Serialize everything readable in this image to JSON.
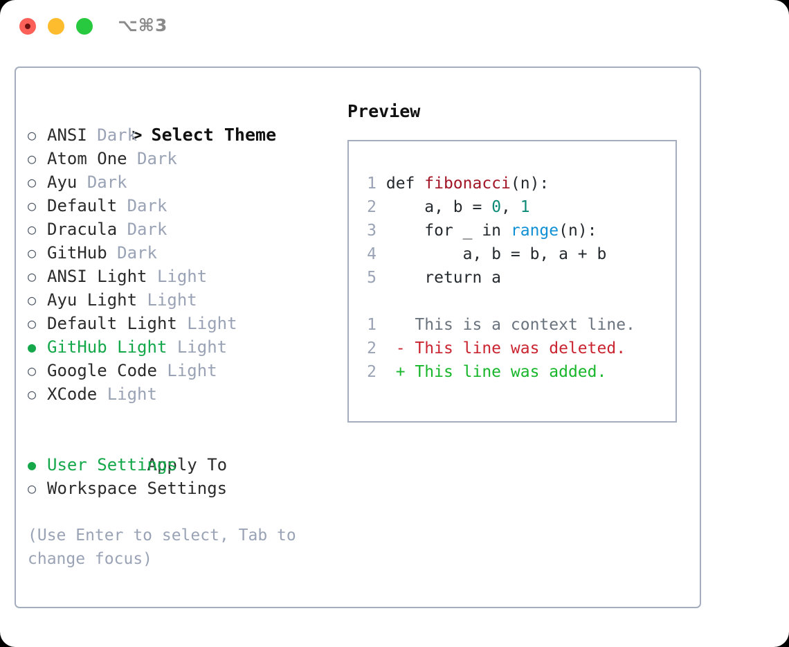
{
  "window": {
    "shortcut_title": "⌥⌘3",
    "traffic_lights": [
      {
        "name": "close",
        "color": "#fc6058"
      },
      {
        "name": "minimize",
        "color": "#fdbc2e"
      },
      {
        "name": "maximize",
        "color": "#28c93f"
      }
    ]
  },
  "accent": {
    "selected_green": "#14a84a",
    "muted": "#9aa3b5",
    "border": "#a4adbe"
  },
  "theme_picker": {
    "caret": ">",
    "header": "Select Theme",
    "bullet_empty": "○",
    "bullet_filled": "●",
    "items": [
      {
        "label": "ANSI",
        "tag": "Dark",
        "selected": false
      },
      {
        "label": "Atom One",
        "tag": "Dark",
        "selected": false
      },
      {
        "label": "Ayu",
        "tag": "Dark",
        "selected": false
      },
      {
        "label": "Default",
        "tag": "Dark",
        "selected": false
      },
      {
        "label": "Dracula",
        "tag": "Dark",
        "selected": false
      },
      {
        "label": "GitHub",
        "tag": "Dark",
        "selected": false
      },
      {
        "label": "ANSI Light",
        "tag": "Light",
        "selected": false
      },
      {
        "label": "Ayu Light",
        "tag": "Light",
        "selected": false
      },
      {
        "label": "Default Light",
        "tag": "Light",
        "selected": false
      },
      {
        "label": "GitHub Light",
        "tag": "Light",
        "selected": true
      },
      {
        "label": "Google Code",
        "tag": "Light",
        "selected": false
      },
      {
        "label": "XCode",
        "tag": "Light",
        "selected": false
      }
    ]
  },
  "apply_to": {
    "header": "Apply To",
    "items": [
      {
        "label": "User Settings",
        "selected": true
      },
      {
        "label": "Workspace Settings",
        "selected": false
      }
    ]
  },
  "hint": "(Use Enter to select, Tab to change focus)",
  "preview": {
    "title": "Preview",
    "code_lines": [
      {
        "num": "1",
        "segments": [
          {
            "t": "def ",
            "c": "code-txt"
          },
          {
            "t": "fibonacci",
            "c": "tok-fn"
          },
          {
            "t": "(n):",
            "c": "code-txt"
          }
        ]
      },
      {
        "num": "2",
        "segments": [
          {
            "t": "    a, b = ",
            "c": "code-txt"
          },
          {
            "t": "0",
            "c": "tok-num"
          },
          {
            "t": ", ",
            "c": "code-txt"
          },
          {
            "t": "1",
            "c": "tok-num"
          }
        ]
      },
      {
        "num": "3",
        "segments": [
          {
            "t": "    for _ in ",
            "c": "code-txt"
          },
          {
            "t": "range",
            "c": "tok-call"
          },
          {
            "t": "(n):",
            "c": "code-txt"
          }
        ]
      },
      {
        "num": "4",
        "segments": [
          {
            "t": "        a, b = b, a + b",
            "c": "code-txt"
          }
        ]
      },
      {
        "num": "5",
        "segments": [
          {
            "t": "    return a",
            "c": "code-txt"
          }
        ]
      }
    ],
    "diff_lines": [
      {
        "num": "1",
        "marker": "  ",
        "text": "This is a context line.",
        "cls": "diff-ctx"
      },
      {
        "num": "2",
        "marker": "- ",
        "text": "This line was deleted.",
        "cls": "diff-del"
      },
      {
        "num": "2",
        "marker": "+ ",
        "text": "This line was added.",
        "cls": "diff-add"
      }
    ]
  }
}
